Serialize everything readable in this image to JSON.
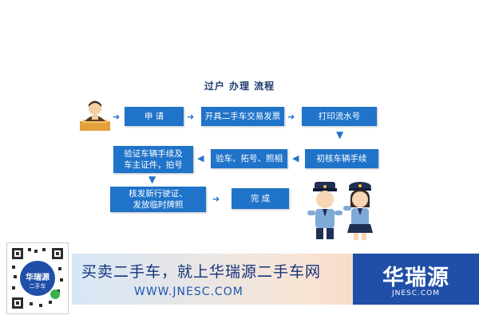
{
  "flow": {
    "title": "过户 办理 流程",
    "steps": [
      "申 请",
      "开具二手车交易发票",
      "打印流水号",
      "初核车辆手续",
      "验车、拓号、照相",
      "验证车辆手续及\n车主证件，拍号",
      "核发新行驶证、\n发放临时牌照",
      "完 成"
    ],
    "colors": {
      "box": "#1f73c9",
      "arrow": "#1f73c9",
      "title": "#1f3b6e"
    }
  },
  "banner": {
    "slogan": "买卖二手车，就上华瑞源二手车网",
    "url": "WWW.JNESC.COM",
    "logo": {
      "name": "华瑞源",
      "domain": "JNESC.COM"
    },
    "qr": {
      "label": "华瑞源",
      "sublabel": "二手车"
    },
    "colors": {
      "navy": "#15337a",
      "logo_bg": "#1f4fa8"
    }
  }
}
